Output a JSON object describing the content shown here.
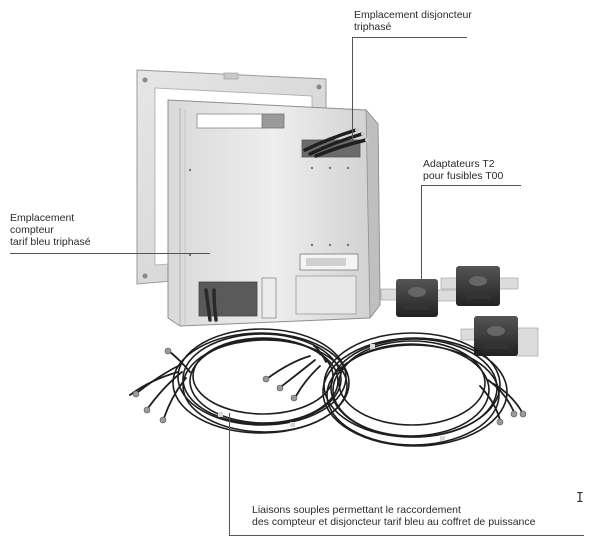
{
  "annotations": {
    "breaker_location": "Emplacement disjoncteur\ntriphasé",
    "adapters": "Adaptateurs T2\npour fusibles T00",
    "meter_location": "Emplacement\ncompteur\ntarif bleu triphasé",
    "cables": "Liaisons souples permettant le raccordement\ndes compteur et disjoncteur tarif bleu au coffret de puissance"
  },
  "icons": {
    "cursor": "text-cursor-icon"
  }
}
